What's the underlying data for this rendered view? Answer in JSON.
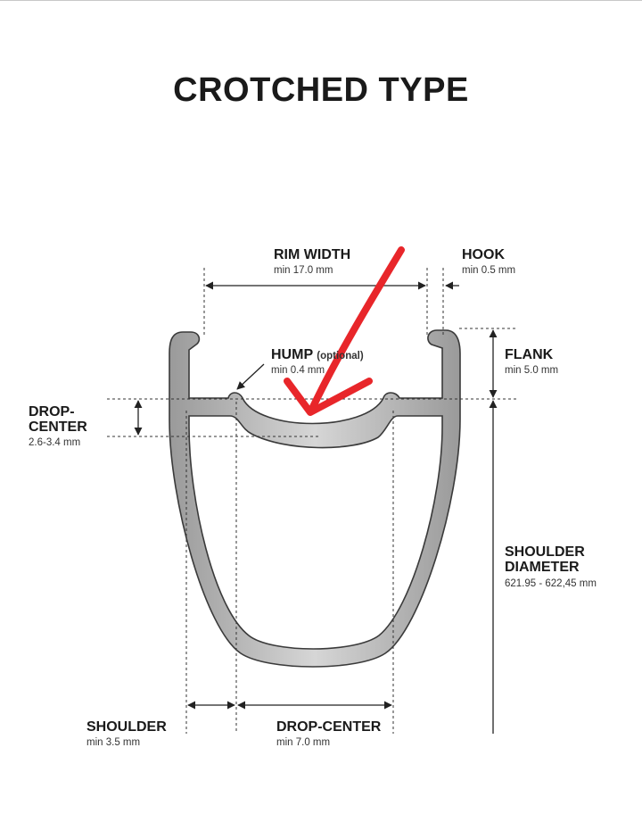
{
  "title": "CROTCHED TYPE",
  "labels": {
    "rim_width": {
      "name": "RIM WIDTH",
      "value": "min 17.0 mm"
    },
    "hook": {
      "name": "HOOK",
      "value": "min 0.5 mm"
    },
    "hump": {
      "name": "HUMP",
      "optional": "(optional)",
      "value": "min 0.4 mm"
    },
    "flank": {
      "name": "FLANK",
      "value": "min 5.0 mm"
    },
    "drop_center_side": {
      "name_line1": "DROP-",
      "name_line2": "CENTER",
      "value": "2.6-3.4 mm"
    },
    "shoulder_diameter": {
      "name_line1": "SHOULDER",
      "name_line2": "DIAMETER",
      "value": "621.95 - 622,45 mm"
    },
    "shoulder": {
      "name": "SHOULDER",
      "value": "min 3.5 mm"
    },
    "drop_center_bottom": {
      "name": "DROP-CENTER",
      "value": "min 7.0 mm"
    }
  },
  "colors": {
    "rim_fill": "#bdbdbd",
    "rim_stroke": "#3a3a3a",
    "dim_line": "#222222",
    "annotation_arrow": "#e8262a"
  },
  "annotation": {
    "icon": "red-hand-drawn-arrow-icon"
  }
}
